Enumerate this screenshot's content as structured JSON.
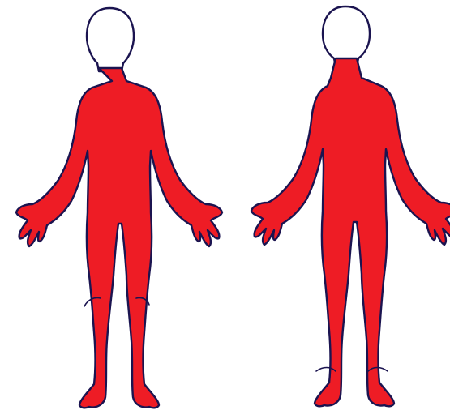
{
  "colors": {
    "body_fill": "#ee1c25",
    "outline": "#1b1450",
    "head_fill": "#ffffff",
    "background": "#ffffff"
  },
  "figures": [
    {
      "view": "front",
      "highlight": "entire-body-except-head"
    },
    {
      "view": "back",
      "highlight": "entire-body-except-head"
    }
  ]
}
